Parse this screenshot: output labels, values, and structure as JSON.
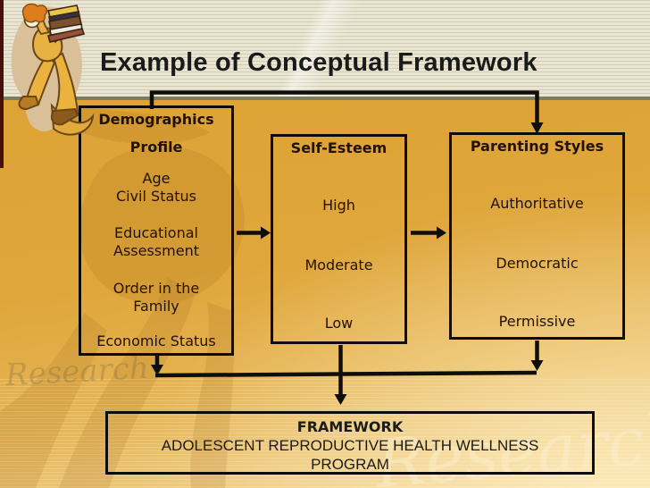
{
  "slide_title": "Example of Conceptual Framework",
  "boxes": {
    "demographics": {
      "heading_line1": "Demographics",
      "heading_line2": "Profile",
      "items": [
        "Age",
        "Civil Status",
        "Educational\nAssessment",
        "Order in the\nFamily",
        "Economic Status"
      ]
    },
    "self_esteem": {
      "heading": "Self-Esteem",
      "items": [
        "High",
        "Moderate",
        "Low"
      ]
    },
    "parenting_styles": {
      "heading": "Parenting Styles",
      "items": [
        "Authoritative",
        "Democratic",
        "Permissive"
      ]
    },
    "framework": {
      "heading": "FRAMEWORK",
      "body": "ADOLESCENT REPRODUCTIVE HEALTH WELLNESS\nPROGRAM"
    }
  },
  "background": {
    "watermark_text": "Research"
  },
  "colors": {
    "gold": "#E0A63C",
    "gold_light": "#F4DCA2",
    "cream_band": "#E9E5D1",
    "band_shadow": "#7D7C5E",
    "left_strip_maroon": "#46110A",
    "connector_black": "#0E0E0C",
    "box_border": "#0C0C0A",
    "box_text": "#221202",
    "title_text": "#1A1A1A"
  }
}
